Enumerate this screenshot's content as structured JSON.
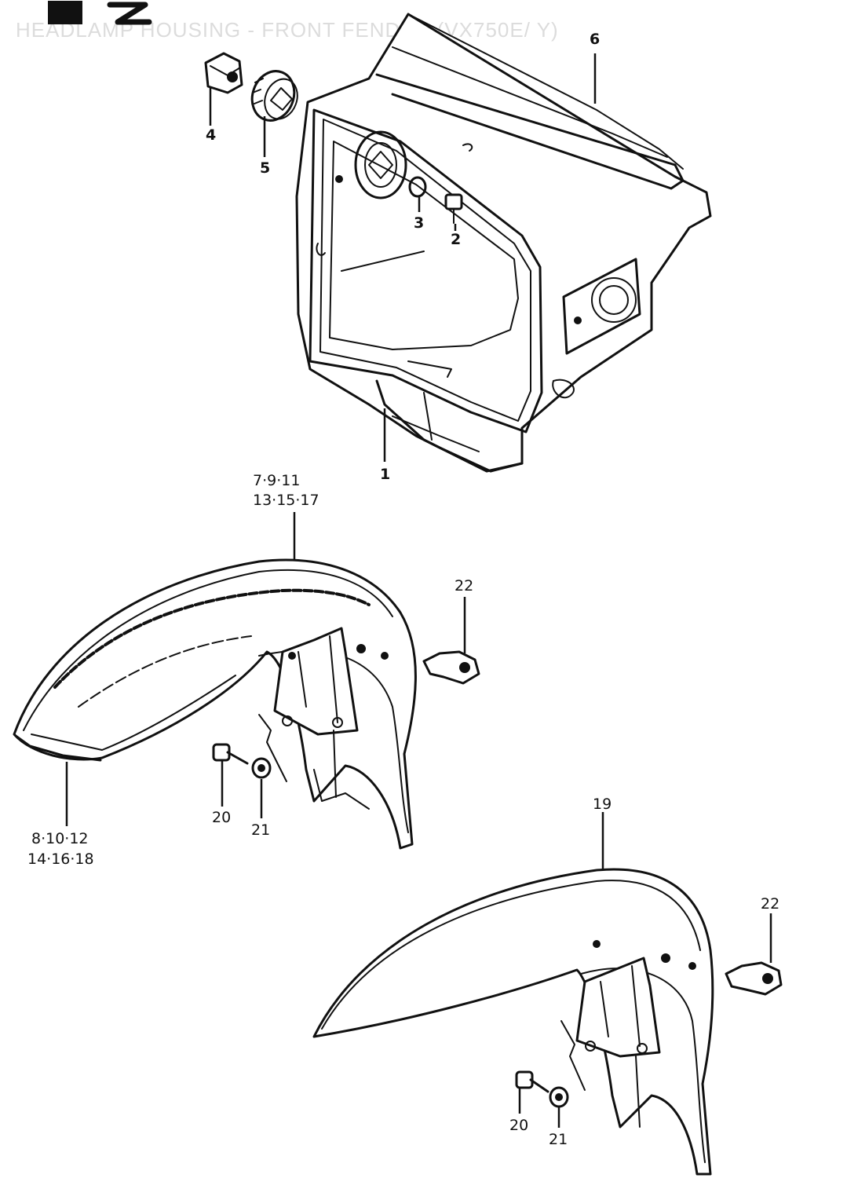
{
  "header": {
    "title": "HEADLAMP HOUSING - FRONT FENDER (VX750E/ Y)"
  },
  "callouts": {
    "housing": "1",
    "screw": "2",
    "nut": "3",
    "cap": "4",
    "grommet": "5",
    "trim": "6",
    "fender_upper_group_line1": "7·9·11",
    "fender_upper_group_line2": "13·15·17",
    "fender_lower_group_line1": "8·10·12",
    "fender_lower_group_line2": "14·16·18",
    "fender_plain": "19",
    "bolt_a": "20",
    "washer_a": "21",
    "clamp_a": "22",
    "bolt_b": "20",
    "washer_b": "21",
    "clamp_b": "22"
  },
  "colors": {
    "ink": "#111111",
    "paper": "#ffffff",
    "faded_title": "#dcdcdc"
  }
}
